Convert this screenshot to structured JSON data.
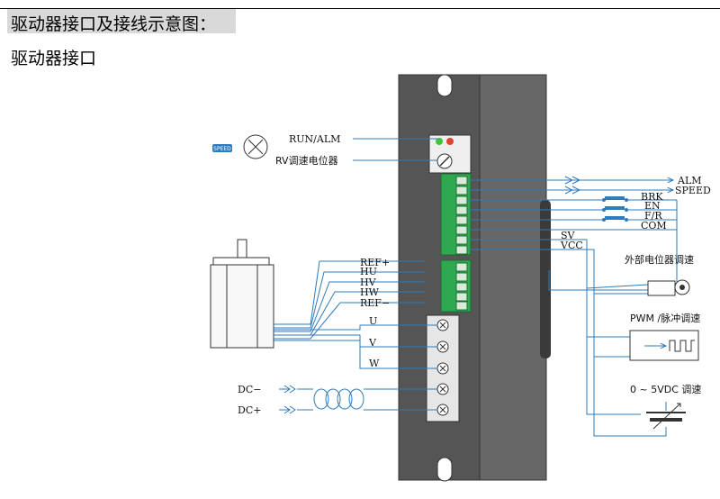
{
  "heading": "驱动器接口及接线示意图：",
  "section_title": "驱动器接口",
  "labels": {
    "run_alm": "RUN/ALM",
    "rv_pot": "RV调速电位器",
    "speed_badge": "SPEED",
    "ref_plus": "REF+",
    "hu": "HU",
    "hv": "HV",
    "hw": "HW",
    "ref_minus": "REF−",
    "u": "U",
    "v": "V",
    "w": "W",
    "dc_minus": "DC−",
    "dc_plus": "DC+",
    "alm": "ALM",
    "speed": "SPEED",
    "brk": "BRK",
    "en": "EN",
    "fr": "F/R",
    "com": "COM",
    "sv": "SV",
    "vcc": "VCC",
    "ext_pot": "外部电位器调速",
    "pwm": "PWM /脉冲调速",
    "vdc": "0 ~ 5VDC 调速"
  },
  "colors": {
    "wire": "#2e7bbd",
    "driver_body": "#555555",
    "driver_side": "#676767",
    "terminal_green": "#2fa84f",
    "terminal_white": "#e6e6e6",
    "led_green": "#3ec43e",
    "led_red": "#e0442c"
  }
}
